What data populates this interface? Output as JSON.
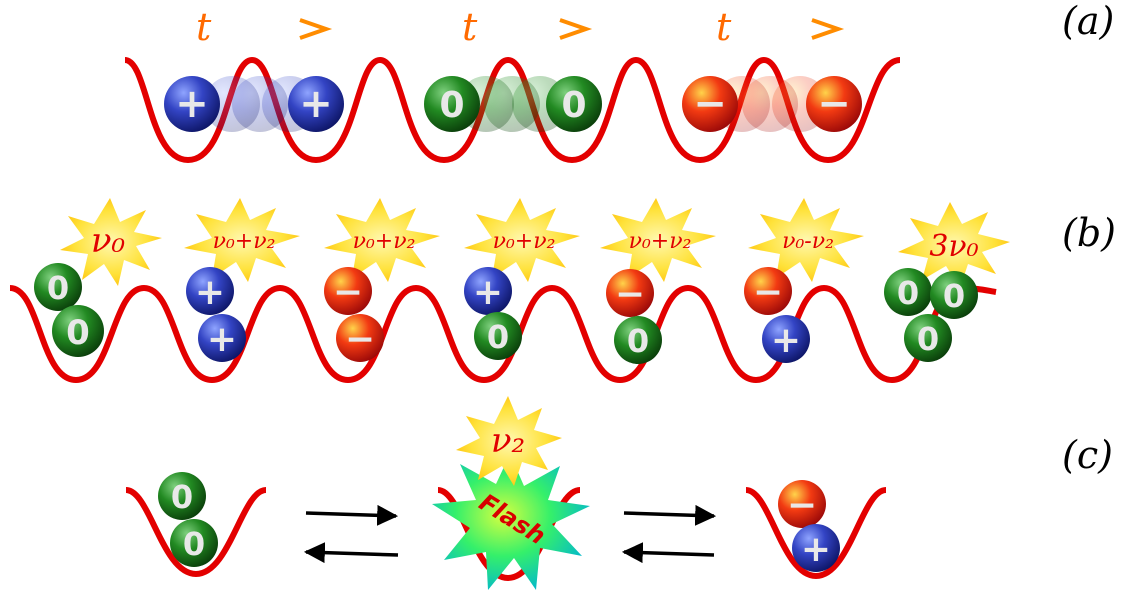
{
  "labels": {
    "panel_a": "(a)",
    "panel_b": "(b)",
    "panel_c": "(c)",
    "time": "t",
    "flash": "Flash"
  },
  "charges": {
    "plus": "+",
    "minus": "−",
    "neutral": "0"
  },
  "panel_b_frequencies": [
    "ν₀",
    "ν₀+ν₂",
    "ν₀+ν₂",
    "ν₀+ν₂",
    "ν₀+ν₂",
    "ν₀-ν₂",
    "3ν₀"
  ],
  "panel_c_frequency": "ν₂",
  "colors": {
    "potential": "#e30000",
    "plus_ball": "#2233aa",
    "neutral_ball": "#1a6b1a",
    "minus_ball": "#e01a10",
    "arrow_gradient_start": "#ffd400",
    "arrow_gradient_end": "#ff8c00",
    "time_label": "#ff6a00",
    "starburst": "#ffe23a",
    "flash_burst": "#22e88a"
  }
}
